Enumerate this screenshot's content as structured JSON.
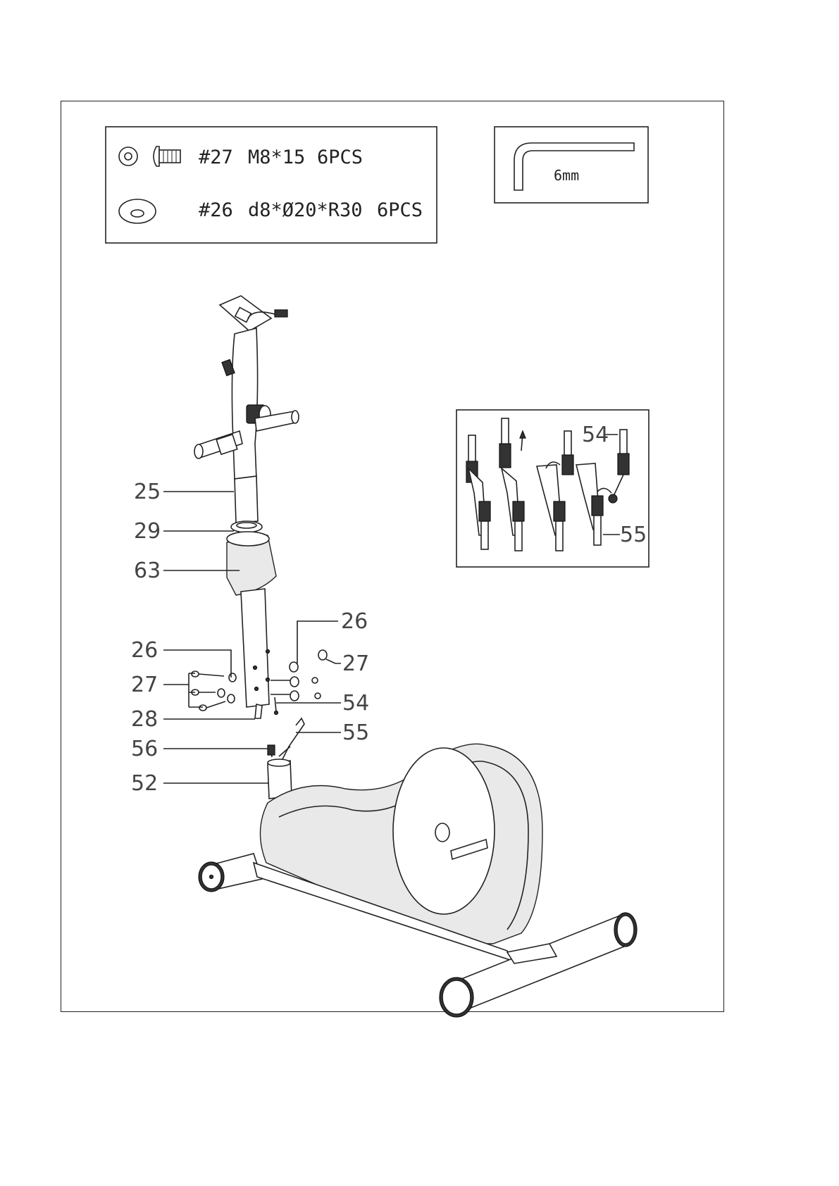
{
  "hardware": [
    {
      "part": "#27",
      "spec": "M8*15",
      "qty": "6PCS",
      "icon": "bolt-icon"
    },
    {
      "part": "#26",
      "spec": "d8*Ø20*R30",
      "qty": "6PCS",
      "icon": "curved-washer-icon"
    }
  ],
  "tool": {
    "size": "6mm",
    "icon": "allen-key-icon"
  },
  "callouts": {
    "c25": "25",
    "c29": "29",
    "c63": "63",
    "c26a": "26",
    "c27a": "27",
    "c28": "28",
    "c56": "56",
    "c52": "52",
    "c26b": "26",
    "c27b": "27",
    "c54": "54",
    "c55": "55",
    "d54": "54",
    "d55": "55"
  }
}
